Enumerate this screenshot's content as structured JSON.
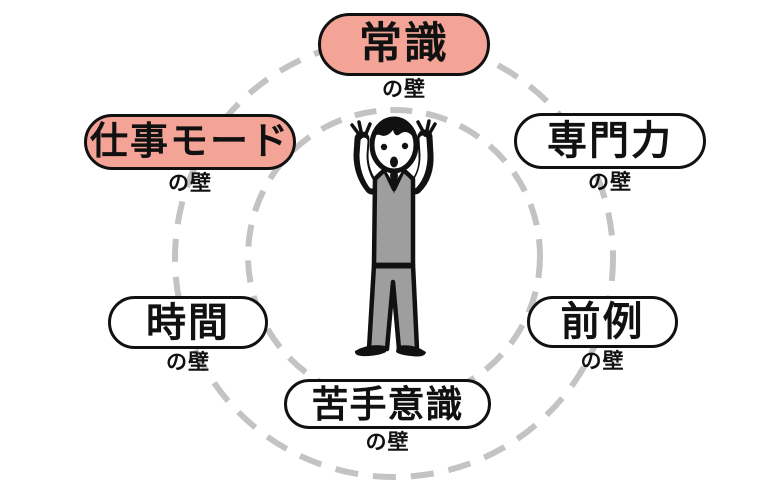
{
  "diagram": {
    "center_figure": "surprised-person-holding-head-icon",
    "walls": [
      {
        "id": "common-sense",
        "label": "常識",
        "suffix": "の壁",
        "highlighted": true
      },
      {
        "id": "work-mode",
        "label": "仕事モード",
        "suffix": "の壁",
        "highlighted": true
      },
      {
        "id": "expertise",
        "label": "専門力",
        "suffix": "の壁",
        "highlighted": false
      },
      {
        "id": "time",
        "label": "時間",
        "suffix": "の壁",
        "highlighted": false
      },
      {
        "id": "precedent",
        "label": "前例",
        "suffix": "の壁",
        "highlighted": false
      },
      {
        "id": "weakness",
        "label": "苦手意識",
        "suffix": "の壁",
        "highlighted": false
      }
    ],
    "colors": {
      "highlight": "#f3a496",
      "pill_bg": "#ffffff",
      "pill_border": "#111111",
      "text_color": "#111111",
      "dashed_circle": "#c3c3c3",
      "figure_gray": "#9e9e9e",
      "page_bg": "#ffffff"
    }
  }
}
